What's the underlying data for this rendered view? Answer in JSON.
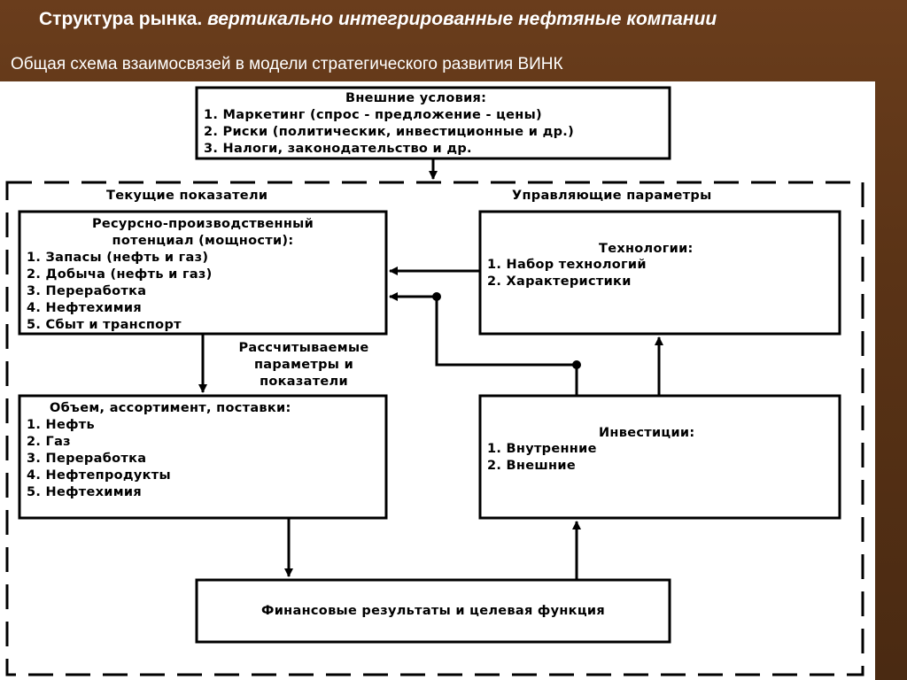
{
  "header": {
    "title_plain": "Структура рынка.",
    "title_italic": "вертикально интегрированные нефтяные компании",
    "subtitle": "Общая схема взаимосвязей в модели стратегического развития ВИНК"
  },
  "diagram": {
    "external": {
      "title": "Внешние условия:",
      "items": [
        "1. Маркетинг (спрос - предложение - цены)",
        "2. Риски (политическик, инвестиционные и др.)",
        "3. Налоги, законодательство и др."
      ]
    },
    "section_current": "Текущие показатели",
    "section_control": "Управляющие параметры",
    "resource": {
      "title_line1": "Ресурсно-производственный",
      "title_line2": "потенциал (мощности):",
      "items": [
        "1. Запасы (нефть и газ)",
        "2. Добыча (нефть и газ)",
        "3. Переработка",
        "4. Нефтехимия",
        "5. Сбыт и транспорт"
      ]
    },
    "technology": {
      "title": "Технологии:",
      "items": [
        "1. Набор технологий",
        "2. Характеристики"
      ]
    },
    "calculated": {
      "line1": "Рассчитываемые",
      "line2": "параметры и",
      "line3": "показатели"
    },
    "volume": {
      "title": "Объем, ассортимент, поставки:",
      "items": [
        "1. Нефть",
        "2. Газ",
        "3. Переработка",
        "4. Нефтепродукты",
        "5. Нефтехимия"
      ]
    },
    "investment": {
      "title": "Инвестиции:",
      "items": [
        "1. Внутренние",
        "2. Внешние"
      ]
    },
    "financial": {
      "title": "Финансовые результаты и целевая функция"
    }
  }
}
